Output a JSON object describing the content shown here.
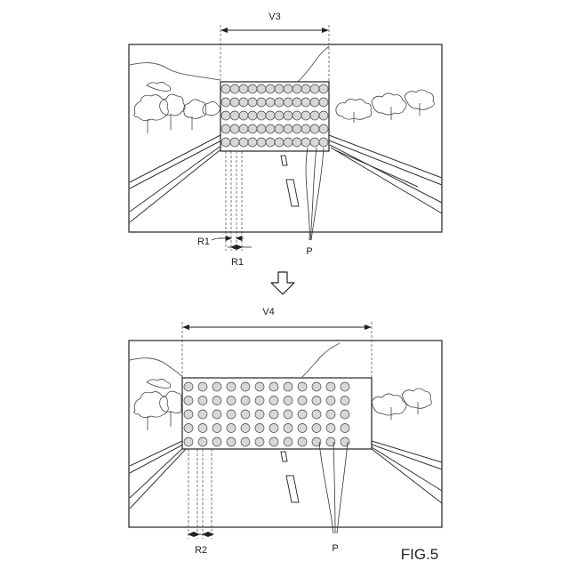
{
  "upper_panel": {
    "width_label": "V3",
    "radius_label_left": "R1",
    "radius_label_bottom": "R1",
    "point_label": "P",
    "grid": {
      "rows": 5,
      "cols": 12
    }
  },
  "lower_panel": {
    "width_label": "V4",
    "radius_label": "R2",
    "point_label": "P",
    "grid": {
      "rows": 5,
      "cols": 12
    }
  },
  "arrow": {
    "icon": "down-arrow-icon"
  },
  "figure_label": "FIG.5"
}
